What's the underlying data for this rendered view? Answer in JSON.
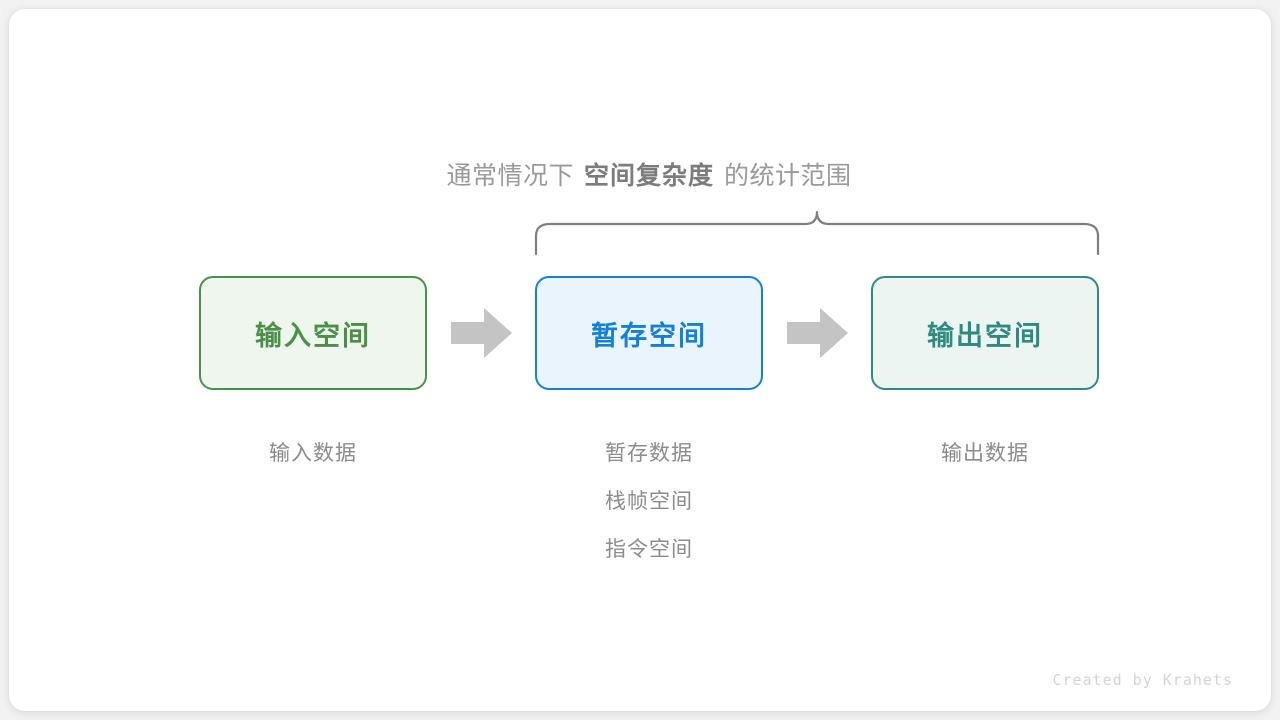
{
  "figure": {
    "title_parts": {
      "prefix": "通常情况下",
      "emphasis": "空间复杂度",
      "suffix": "的统计范围"
    },
    "brace": {
      "label": "curly-brace-spanning-temp-and-output",
      "color": "#7f7f7f"
    },
    "arrow_color": "#c4c4c4",
    "boxes": [
      {
        "id": "input-space",
        "label": "输入空间",
        "fill": "#eef6ed",
        "border": "#4b9049",
        "text_color": "#4b9049",
        "captions": [
          "输入数据"
        ]
      },
      {
        "id": "temp-space",
        "label": "暂存空间",
        "fill": "#eaf4fd",
        "border": "#1581d6",
        "text_color": "#1581d6",
        "captions": [
          "暂存数据",
          "栈帧空间",
          "指令空间"
        ]
      },
      {
        "id": "output-space",
        "label": "输出空间",
        "fill": "#edf5f3",
        "border": "#2e8b81",
        "text_color": "#2e8b81",
        "captions": [
          "输出数据"
        ]
      }
    ],
    "arrows": [
      {
        "id": "arrow-input-to-temp"
      },
      {
        "id": "arrow-temp-to-output"
      }
    ],
    "watermark": "Created by Krahets"
  }
}
